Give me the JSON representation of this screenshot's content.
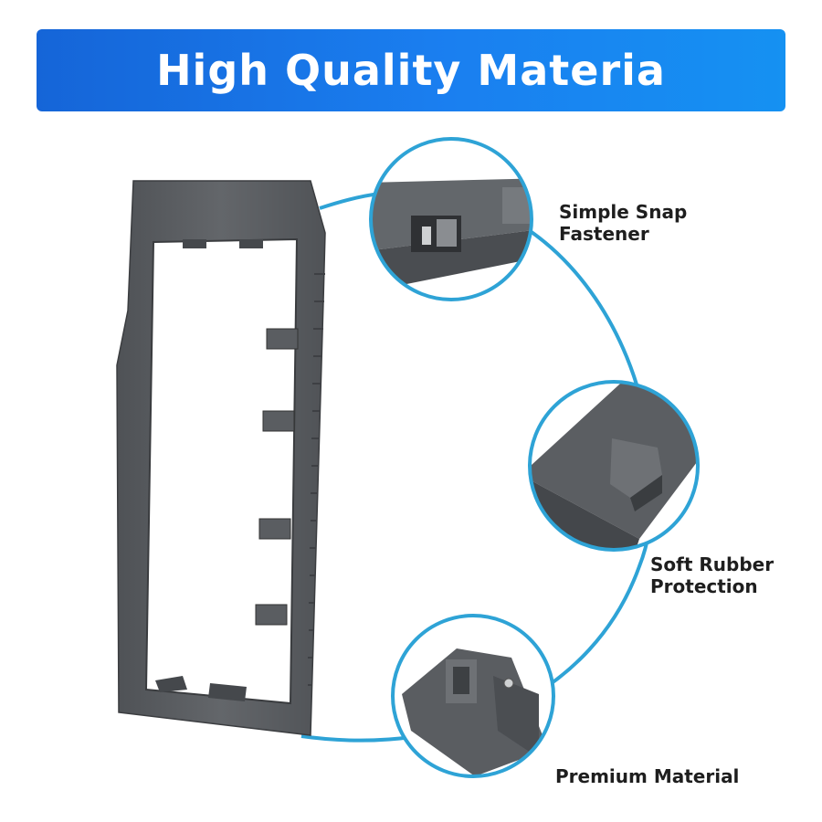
{
  "banner": {
    "title": "High Quality Materia"
  },
  "callouts": {
    "snap": {
      "line1": "Simple Snap",
      "line2": "Fastener"
    },
    "rubber": {
      "line1": "Soft Rubber",
      "line2": "Protection"
    },
    "premium": {
      "line1": "Premium Material"
    }
  },
  "colors": {
    "banner": "#1a7ff0",
    "arc": "#2ea3d6",
    "part": "#55585c"
  }
}
